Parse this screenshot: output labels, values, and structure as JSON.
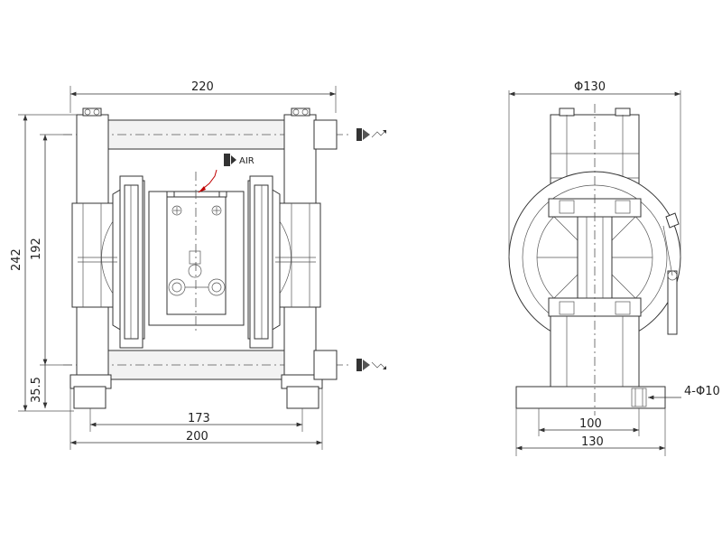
{
  "front_view": {
    "dimensions": {
      "overall_width": "220",
      "height_total": "242",
      "height_ports": "192",
      "base_height": "35.5",
      "foot_spacing": "173",
      "base_width": "200"
    },
    "air_label": "AIR"
  },
  "side_view": {
    "dimensions": {
      "diameter": "Φ130",
      "bolt_spacing": "100",
      "base_width": "130",
      "holes": "4-Φ10"
    }
  },
  "icons": {
    "outlet": "outlet-flow-icon",
    "inlet": "inlet-flow-icon",
    "air": "air-inlet-icon"
  }
}
